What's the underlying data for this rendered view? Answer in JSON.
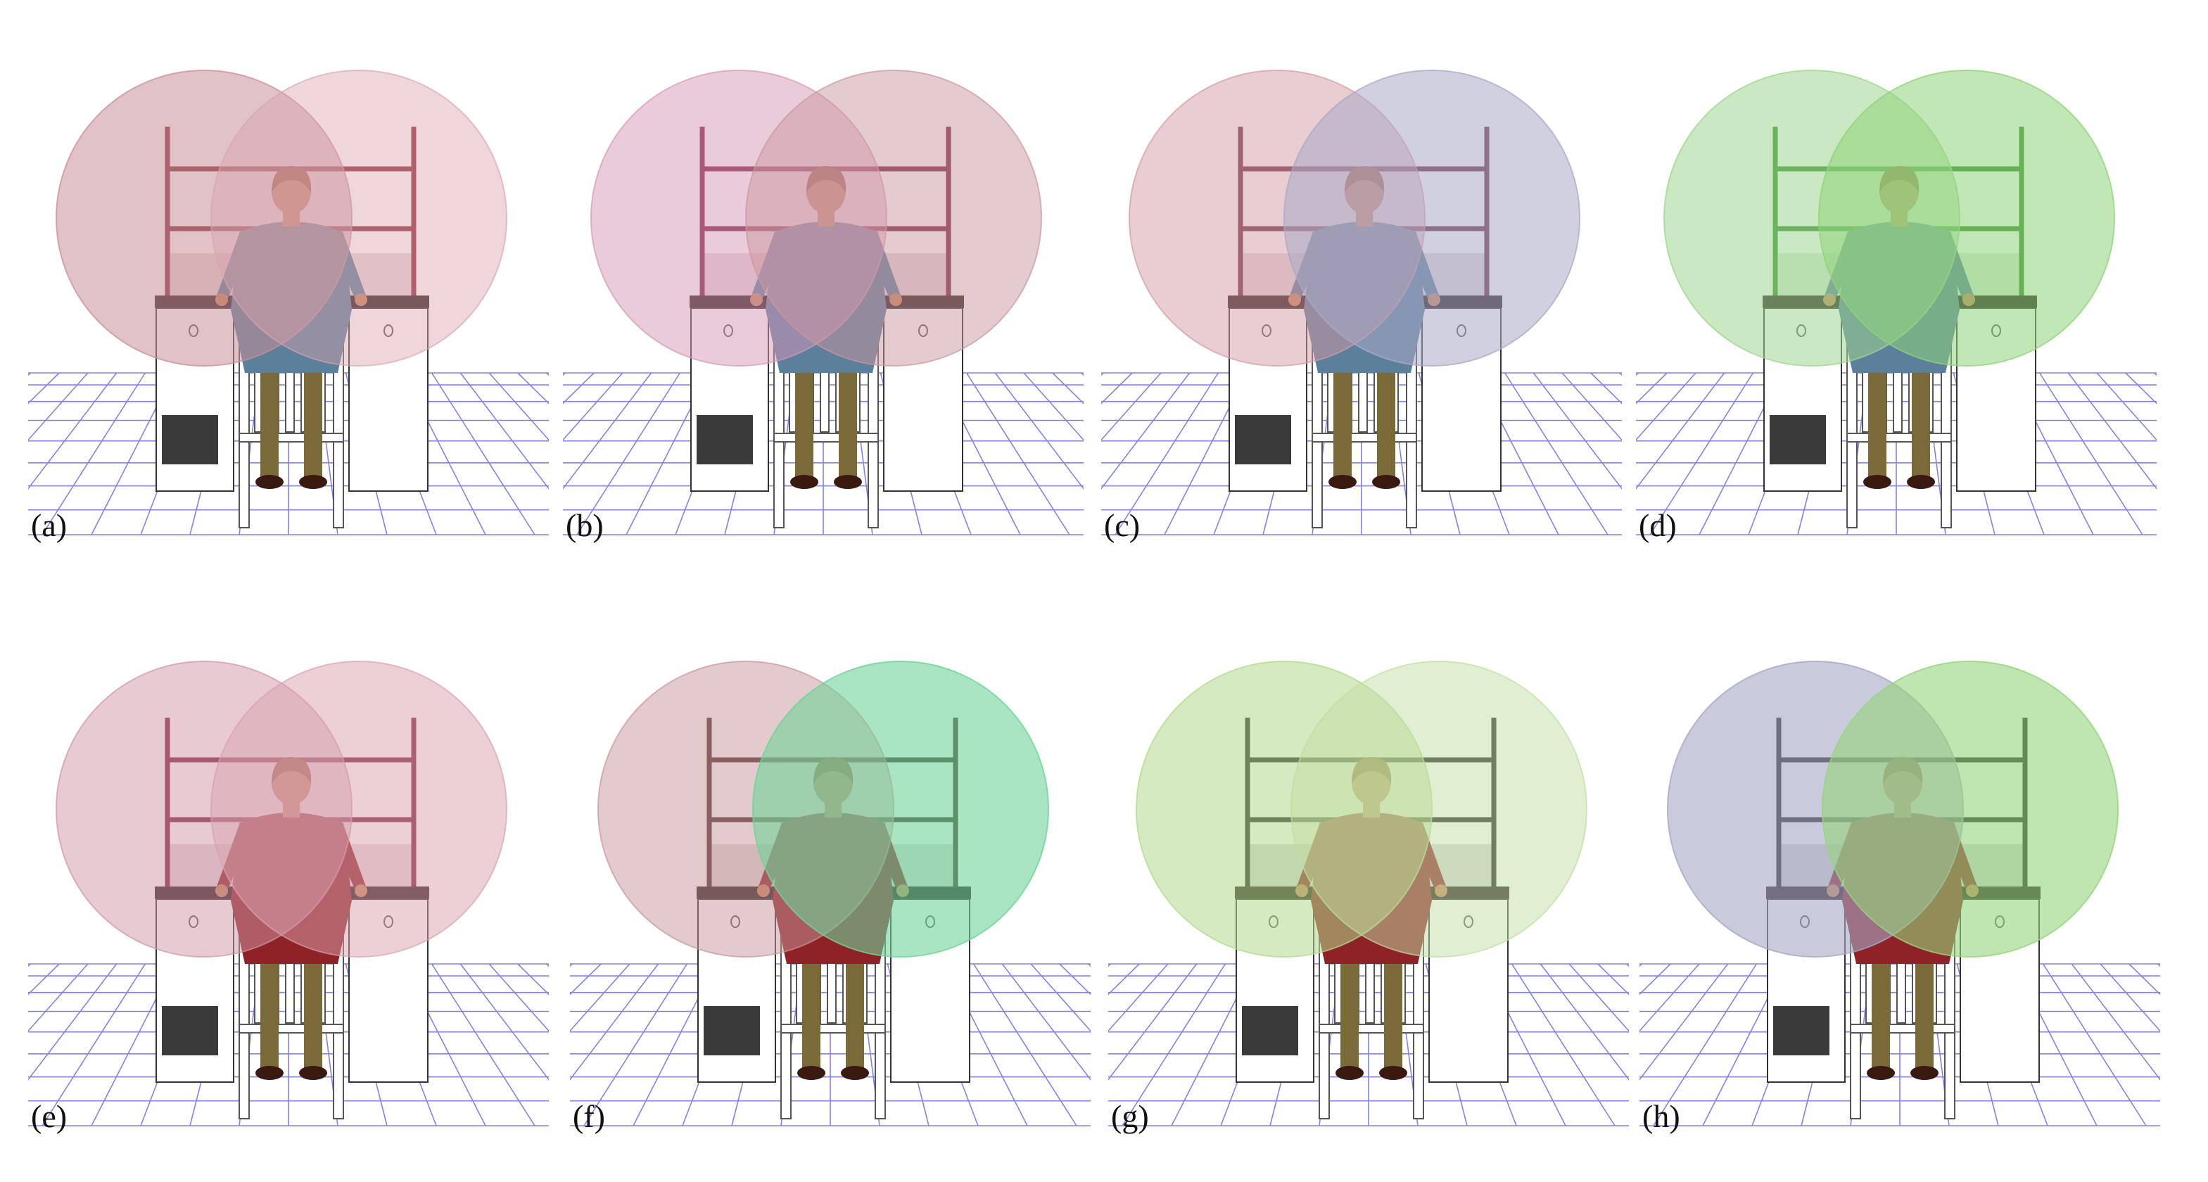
{
  "figure": {
    "panels": [
      {
        "label": "(a)",
        "figure": "male",
        "left_sphere": "#c98f98",
        "right_sphere": "#d9a4ae",
        "left_opacity": 0.55,
        "right_opacity": 0.45,
        "bookcase": "#8a2b3a"
      },
      {
        "label": "(b)",
        "figure": "male",
        "left_sphere": "#d597b6",
        "right_sphere": "#c9989e",
        "left_opacity": 0.5,
        "right_opacity": 0.5,
        "bookcase": "#7a1f3a"
      },
      {
        "label": "(c)",
        "figure": "male",
        "left_sphere": "#d39ba4",
        "right_sphere": "#a9a9c7",
        "left_opacity": 0.5,
        "right_opacity": 0.55,
        "bookcase": "#6d2a3c"
      },
      {
        "label": "(d)",
        "figure": "male",
        "left_sphere": "#9fd68f",
        "right_sphere": "#8fd37a",
        "left_opacity": 0.55,
        "right_opacity": 0.55,
        "bookcase": "#2f8a24"
      },
      {
        "label": "(e)",
        "figure": "female",
        "left_sphere": "#cf96a6",
        "right_sphere": "#d9a2ae",
        "left_opacity": 0.5,
        "right_opacity": 0.5,
        "bookcase": "#7a1f3a"
      },
      {
        "label": "(f)",
        "figure": "female",
        "left_sphere": "#c8959a",
        "right_sphere": "#6fd39a",
        "left_opacity": 0.5,
        "right_opacity": 0.6,
        "bookcase": "#4a2a2a"
      },
      {
        "label": "(g)",
        "figure": "female",
        "left_sphere": "#b3d98d",
        "right_sphere": "#c2dda3",
        "left_opacity": 0.55,
        "right_opacity": 0.5,
        "bookcase": "#1c1c1c"
      },
      {
        "label": "(h)",
        "figure": "female",
        "left_sphere": "#a7a7c7",
        "right_sphere": "#95d47c",
        "left_opacity": 0.6,
        "right_opacity": 0.6,
        "bookcase": "#1c1c1c"
      }
    ],
    "colors": {
      "grid": "#5b5bd6",
      "desk": "#ffffff",
      "desk_outline": "#333333",
      "male_shirt": "#5c7f9c",
      "female_dress": "#8f2226",
      "hair": "#8a4a22",
      "skin": "#c7845a",
      "pants": "#7a6a3a",
      "shoes": "#3a1a10"
    }
  }
}
